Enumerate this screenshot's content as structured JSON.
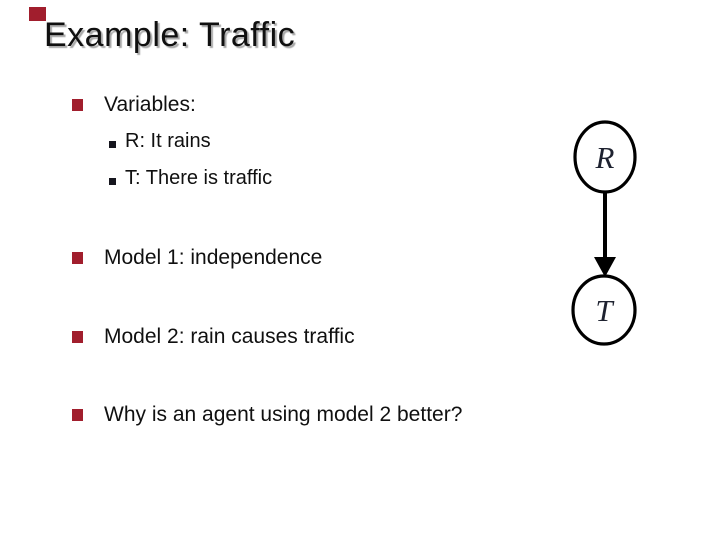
{
  "slide": {
    "title": "Example: Traffic",
    "bullets": [
      {
        "level": 1,
        "text": "Variables:"
      },
      {
        "level": 2,
        "text": "R: It rains"
      },
      {
        "level": 2,
        "text": "T: There is traffic"
      },
      {
        "level": 1,
        "text": "Model 1: independence"
      },
      {
        "level": 1,
        "text": "Model 2: rain causes traffic"
      },
      {
        "level": 1,
        "text": "Why is an agent using model 2 better?"
      }
    ]
  },
  "diagram": {
    "type": "bayes-net",
    "nodes": [
      {
        "id": "R",
        "label": "R"
      },
      {
        "id": "T",
        "label": "T"
      }
    ],
    "edges": [
      {
        "from": "R",
        "to": "T"
      }
    ]
  },
  "colors": {
    "background": "#ffffff",
    "title_text": "#101010",
    "title_shadow": "#a8a8a8",
    "body_text": "#101010",
    "bullet_level1": "#a11e2d",
    "bullet_level2": "#16161e",
    "corner_marker": "#a11e2d",
    "diagram_ink": "#000000",
    "node_label_ink": "#1e2230"
  }
}
